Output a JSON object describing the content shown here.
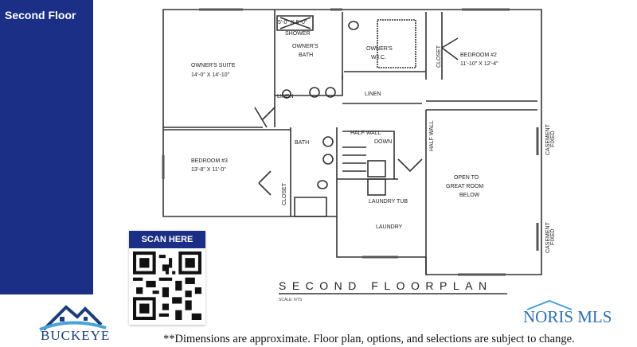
{
  "panel": {
    "title": "Second Floor"
  },
  "plan": {
    "title": "SECOND FLOORPLAN",
    "scale": "SCALE: NTS",
    "rooms": {
      "owners_suite": "OWNER'S SUITE",
      "owners_suite_dim": "14'-0\" X 14'-10\"",
      "owners_bath_1": "OWNER'S",
      "owners_bath_2": "BATH",
      "wic_1": "OWNER'S",
      "wic_2": "W.I.C.",
      "bedroom2": "BEDROOM #2",
      "bedroom2_dim": "11'-10\" X 12'-4\"",
      "bedroom3": "BEDROOM #3",
      "bedroom3_dim": "13'-8\" X 11'-0\"",
      "bath": "BATH",
      "linen": "LINEN",
      "linen_small": "LINEN",
      "closet": "CLOSET",
      "closet2": "CLOSET",
      "shower_dim": "5'-0\" X 5'-0\"",
      "shower": "SHOWER",
      "half_wall": "HALF WALL",
      "half_wall_v": "HALF WALL",
      "down": "DOWN",
      "open_1": "OPEN TO",
      "open_2": "GREAT ROOM",
      "open_3": "BELOW",
      "laundry": "LAUNDRY",
      "laundry_tub": "LAUNDRY TUB",
      "casement_1": "CASEMENT",
      "fixed_1": "FIXED",
      "casement_2": "CASEMENT",
      "fixed_2": "FIXED"
    }
  },
  "qr": {
    "label": "SCAN HERE"
  },
  "logo": {
    "text": "BUCKEYE"
  },
  "mls": {
    "text": "NORIS MLS"
  },
  "footer": "**Dimensions are approximate. Floor plan, options, and selections are subject to change.",
  "colors": {
    "brand_blue": "#1b2f86"
  }
}
